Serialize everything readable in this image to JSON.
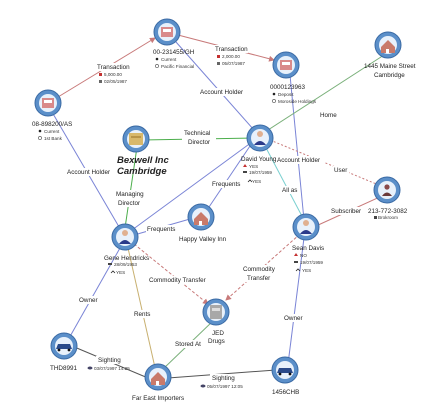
{
  "nodes": {
    "acct_231455": {
      "label": "00-231455/GH",
      "line1": "Current",
      "line2": "Pacific Financial"
    },
    "acct_123963": {
      "label": "0000123963",
      "line1": "Deposit",
      "line2": "Moroside Holdings"
    },
    "acct_998200": {
      "label": "08-898200/AS",
      "line1": "Current",
      "line2": "1st Bank"
    },
    "addr_maine": {
      "label1": "1445 Maine Street",
      "label2": "Cambridge"
    },
    "bexwell": {
      "label1": "Bexwell Inc",
      "label2": "Cambridge"
    },
    "david": {
      "label": "David Young",
      "line1": "YES",
      "line2": "19/07/1959",
      "line3": "YES"
    },
    "phone": {
      "label": "213-772-3082",
      "line1": "Brokroom"
    },
    "hvi": {
      "label": "Happy Valley Inn"
    },
    "gene": {
      "label": "Gene Hendricks",
      "line1": "28/09/1953",
      "line2": "YES"
    },
    "sean": {
      "label": "Sean Davis",
      "line1": "NO",
      "line2": "19/07/1959",
      "line3": "YES"
    },
    "jed": {
      "label1": "JED",
      "label2": "Drugs"
    },
    "thd": {
      "label": "THD8991"
    },
    "fei": {
      "label": "Far East Importers"
    },
    "chb": {
      "label": "1456CHB"
    }
  },
  "edges": {
    "t1": {
      "label": "Transaction",
      "line1": "5,000.00",
      "line2": "02/05/1987"
    },
    "t2": {
      "label": "Transaction",
      "line1": "2,000.00",
      "line2": "05/07/1987"
    },
    "ah_david": "Account Holder",
    "ah_gene": "Account Holder",
    "ah_sean": "Account Holder",
    "home": "Home",
    "tech1": "Technical",
    "tech2": "Director",
    "md1": "Managing",
    "md2": "Director",
    "freq_david": "Frequents",
    "freq_gene": "Frequents",
    "all_as": "All as",
    "user": "User",
    "subscriber": "Subscriber",
    "ct_gene": "Commodity Transfer",
    "ct_sean1": "Commodity",
    "ct_sean2": "Transfer",
    "owner_gene": "Owner",
    "owner_sean": "Owner",
    "rents": "Rents",
    "stored": "Stored At",
    "sight1": {
      "label": "Sighting",
      "line1": "03/07/1997 14:25"
    },
    "sight2": {
      "label": "Sighting",
      "line1": "05/07/1997 12:05"
    }
  },
  "colors": {
    "edge_gray": "#8a8a9a",
    "edge_red": "#c87a7a",
    "edge_blue": "#7a84d6",
    "edge_green": "#4cae4c",
    "node_ring": "#5b8fc9"
  }
}
